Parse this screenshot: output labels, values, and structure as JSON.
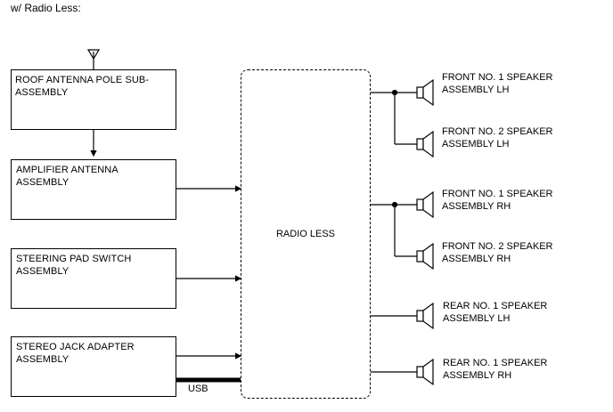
{
  "caption": "w/ Radio Less:",
  "components": {
    "roof_antenna": "ROOF ANTENNA POLE SUB-ASSEMBLY",
    "amplifier_antenna": "AMPLIFIER ANTENNA ASSEMBLY",
    "steering_pad_switch": "STEERING PAD SWITCH ASSEMBLY",
    "stereo_jack_adapter": "STEREO JACK ADAPTER ASSEMBLY",
    "radio": "RADIO LESS"
  },
  "speakers": {
    "front1_lh": "FRONT NO. 1 SPEAKER ASSEMBLY LH",
    "front2_lh": "FRONT NO. 2 SPEAKER ASSEMBLY LH",
    "front1_rh": "FRONT NO. 1 SPEAKER ASSEMBLY RH",
    "front2_rh": "FRONT NO. 2 SPEAKER ASSEMBLY RH",
    "rear1_lh": "REAR NO. 1 SPEAKER ASSEMBLY LH",
    "rear1_rh": "REAR NO. 1 SPEAKER ASSEMBLY RH"
  },
  "usb_label": "USB"
}
